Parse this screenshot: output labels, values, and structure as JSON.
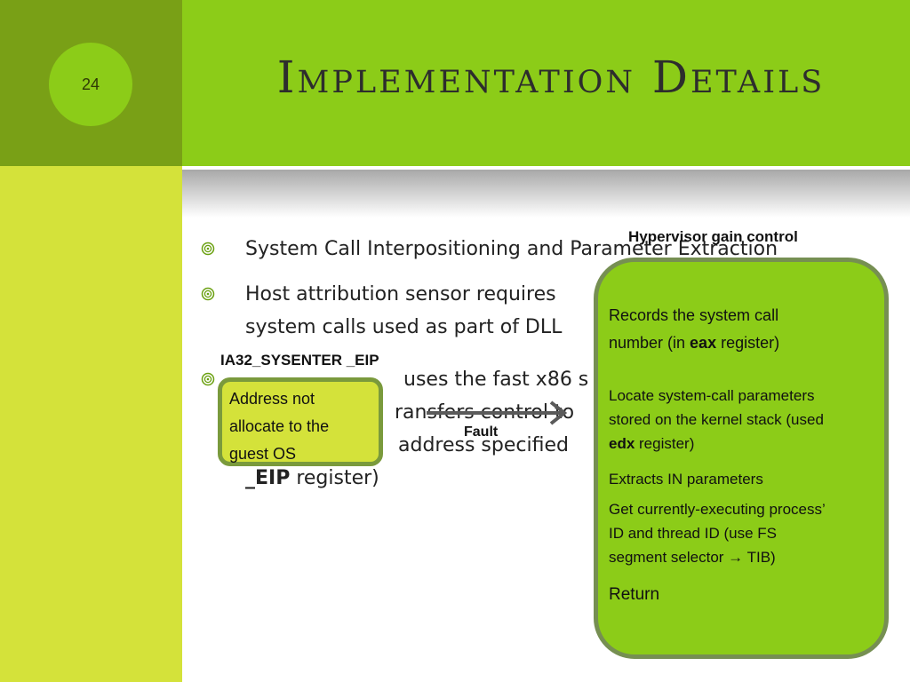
{
  "slide": {
    "number": "24",
    "title": "Implementation Details"
  },
  "bullets": [
    {
      "lines": [
        "System Call Interpositioning and Parameter Extraction"
      ]
    },
    {
      "lines": [
        "Host attribution sensor requires",
        "system calls used as part of DLL"
      ]
    },
    {
      "lines_a": [
        "uses the fast x86 s",
        "ransfers control to",
        "address specified"
      ],
      "line_last_bold": "_EIP",
      "line_last_rest": " register)"
    }
  ],
  "labels": {
    "hypervisor": "Hypervisor gain control",
    "ia32": "IA32_SYSENTER _EIP",
    "fault": "Fault"
  },
  "left_box": {
    "lines": [
      "Address not",
      "allocate to the",
      "guest OS"
    ]
  },
  "right_box": {
    "step1_a": "Records the system call",
    "step1_b": "number (in ",
    "step1_bold": "eax",
    "step1_c": " register)",
    "step2_a": "Locate system-call  parameters",
    "step2_b": "stored on the kernel stack (used",
    "step2_bold": "edx",
    "step2_c": " register)",
    "step3": "Extracts IN parameters",
    "step4_a": "Get currently-executing process’",
    "step4_b": "ID and thread ID (use FS",
    "step4_c": "segment selector → TIB)",
    "step5": "Return"
  },
  "colors": {
    "green_dark": "#79a016",
    "green_bright": "#8ccc18",
    "lime": "#d4e23a"
  },
  "icons": {
    "bullet": "circle-bullet-icon",
    "arrow": "right-arrow-icon"
  }
}
